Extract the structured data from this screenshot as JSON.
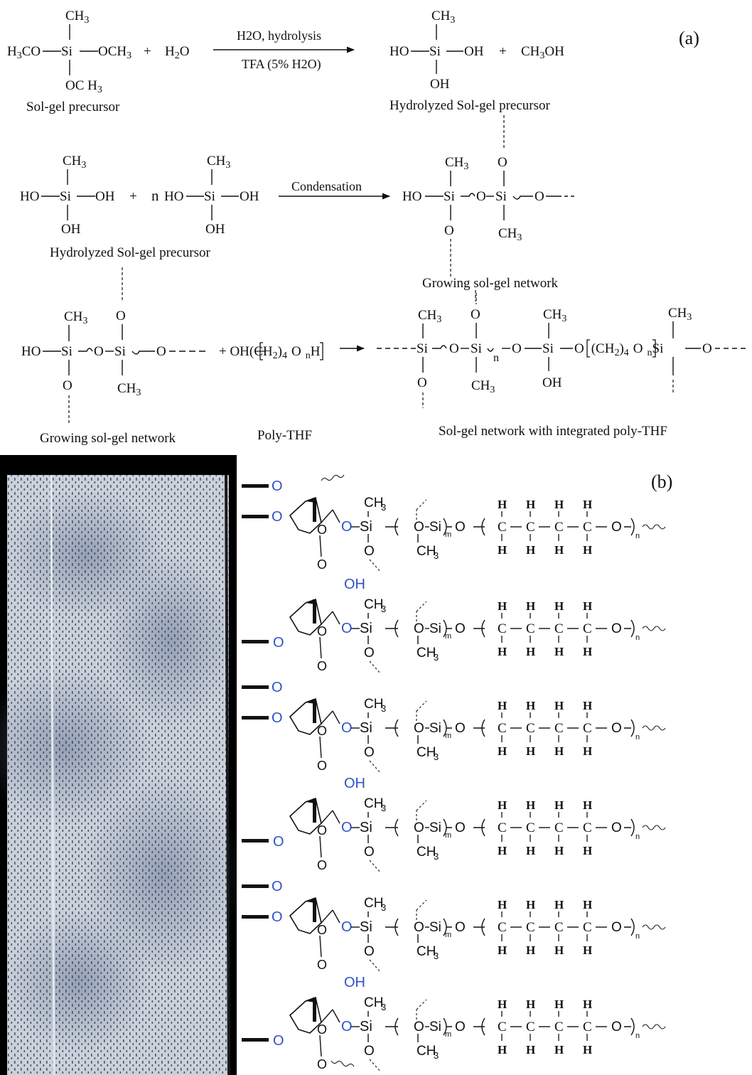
{
  "panel_labels": {
    "a": "(a)",
    "b": "(b)"
  },
  "row1": {
    "me": "CH",
    "si": "Si",
    "left_h3co": "H",
    "left_3co": "3",
    "left_co": "CO",
    "right_och": "OCH",
    "bottom_oc": "OC H",
    "sub3": "3",
    "plus": "+",
    "h2o_h": "H",
    "h2o_2": "2",
    "h2o_o": "O",
    "arrow_top": "H2O, hydrolysis",
    "arrow_bottom": "TFA (5% H2O)",
    "ho": "HO",
    "oh": "OH",
    "ch3oh_ch": "CH",
    "ch3oh_oh": "OH",
    "label_left": "Sol-gel precursor",
    "label_right": "Hydrolyzed Sol-gel precursor"
  },
  "row2": {
    "me": "CH",
    "sub3": "3",
    "si": "Si",
    "ho": "HO",
    "oh": "OH",
    "plus": "+",
    "n": "n",
    "arrow": "Condensation",
    "o": "O",
    "label_left": "Hydrolyzed Sol-gel precursor",
    "label_right": "Growing sol-gel network"
  },
  "row3": {
    "me": "CH",
    "sub3": "3",
    "si": "Si",
    "ho": "HO",
    "oh": "OH",
    "o": "O",
    "polythf_lead": "+ OH",
    "polythf_mid": "(CH",
    "polythf_sub2": "2",
    "polythf_sub4": "4",
    "polythf_h": "H",
    "n": "n",
    "label_left": "Growing sol-gel network",
    "label_mid": "Poly-THF",
    "label_right": "Sol-gel network with integrated poly-THF"
  },
  "panel_b": {
    "o": "O",
    "oh": "OH",
    "si": "Si",
    "me": "CH",
    "sub3": "3",
    "h": "H",
    "c": "C",
    "m": "m",
    "n": "n"
  },
  "colors": {
    "ink": "#111111",
    "oxygen_blue": "#2f52c4",
    "fabric_base": "#c8d2dc"
  }
}
